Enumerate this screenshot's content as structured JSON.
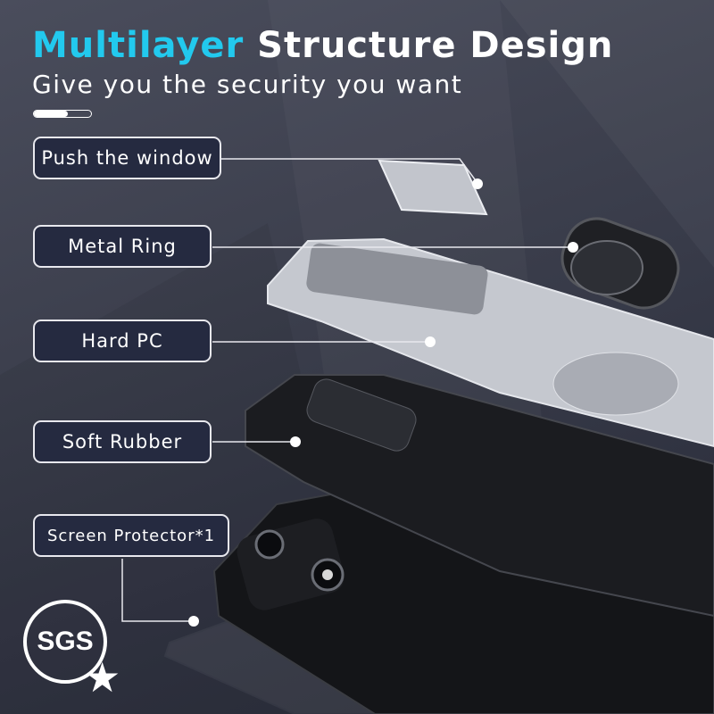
{
  "header": {
    "title_highlight": "Multilayer",
    "title_rest": "Structure Design",
    "subtitle": "Give you the security you want",
    "progress_fraction": 0.6
  },
  "layers": [
    {
      "label": "Push the window"
    },
    {
      "label": "Metal Ring"
    },
    {
      "label": "Hard PC"
    },
    {
      "label": "Soft Rubber"
    },
    {
      "label": "Screen Protector*1"
    }
  ],
  "badge": {
    "text": "SGS",
    "icon": "star-icon"
  },
  "colors": {
    "accent": "#22c9ee",
    "label_bg": "#252a40"
  }
}
